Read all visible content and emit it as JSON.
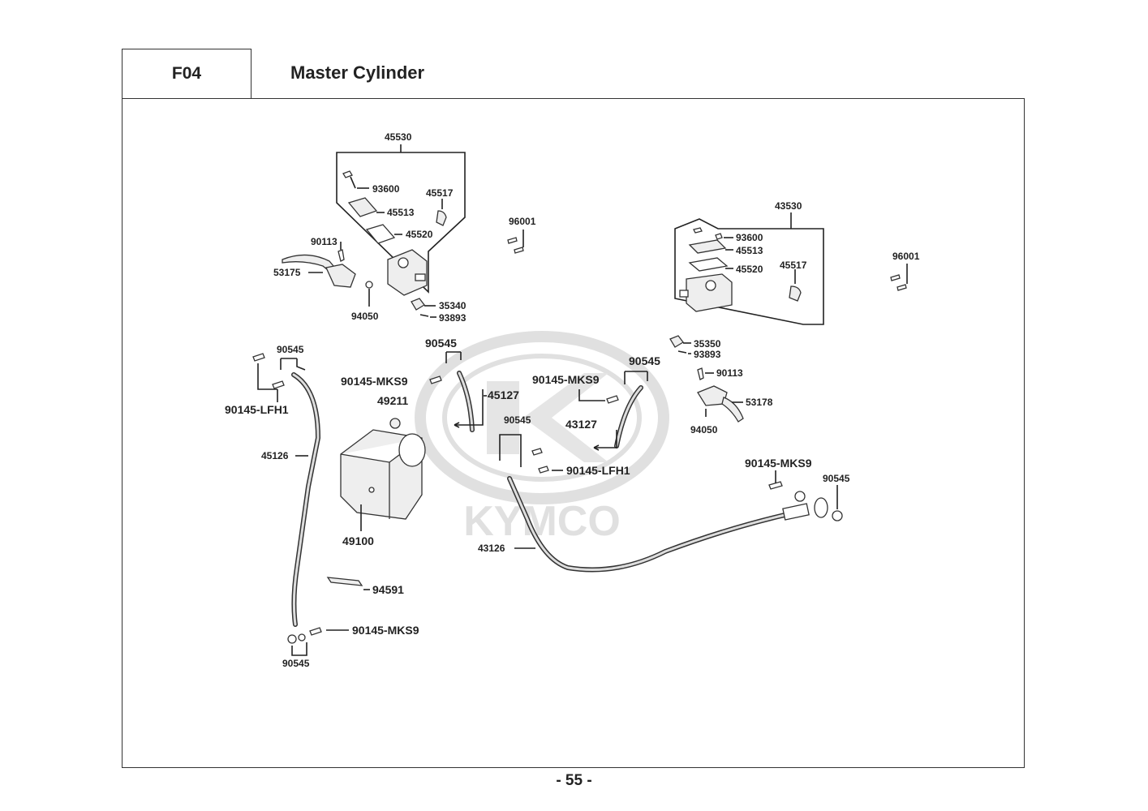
{
  "header": {
    "section_code": "F04",
    "title": "Master Cylinder"
  },
  "watermark": {
    "brand": "KYMCO",
    "color": "#c8c8c8"
  },
  "page_number": "- 55 -",
  "labels": {
    "l45530": "45530",
    "l93600a": "93600",
    "l45517a": "45517",
    "l45513a": "45513",
    "l45520a": "45520",
    "l90113a": "90113",
    "l53175": "53175",
    "l94050a": "94050",
    "l35340": "35340",
    "l93893a": "93893",
    "l96001a": "96001",
    "l43530": "43530",
    "l93600b": "93600",
    "l45513b": "45513",
    "l45520b": "45520",
    "l45517b": "45517",
    "l96001b": "96001",
    "l35350": "35350",
    "l93893b": "93893",
    "l90113b": "90113",
    "l53178": "53178",
    "l94050b": "94050",
    "l90545a": "90545",
    "l90145lfh1a": "90145-LFH1",
    "l45126": "45126",
    "l90545b": "90545",
    "l90145mks9a": "90145-MKS9",
    "l49211": "49211",
    "l45127": "45127",
    "l90545c": "90545",
    "l90145mks9b": "90145-MKS9",
    "l43127": "43127",
    "l90545d": "90545",
    "l90145lfh1b": "90145-LFH1",
    "l49100": "49100",
    "l94591": "94591",
    "l90145mks9c": "90145-MKS9",
    "l90545e": "90545",
    "l43126": "43126",
    "l90145mks9d": "90145-MKS9",
    "l90545f": "90545"
  }
}
